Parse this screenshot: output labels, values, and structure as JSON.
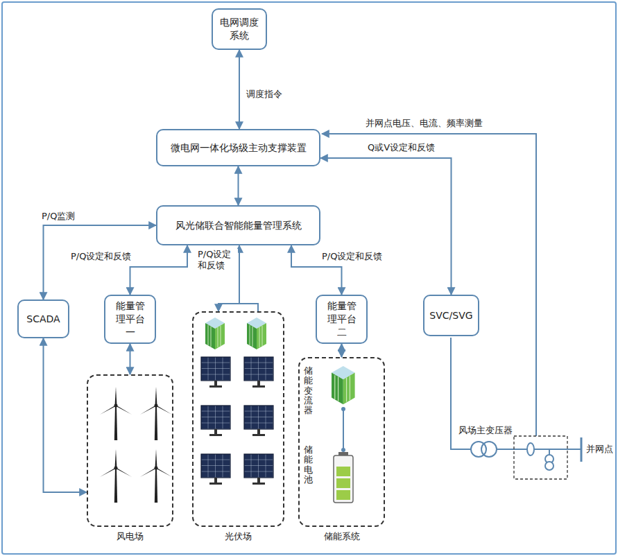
{
  "diagram": {
    "nodes": [
      {
        "text": [
          "电网调度系统"
        ]
      },
      {
        "text": [
          "微电网一体化场级主动支撑装置"
        ]
      },
      {
        "text": [
          "风光储联合智能能量管理系统"
        ]
      },
      {
        "text": [
          "SCADA"
        ]
      },
      {
        "text": [
          "能量管理平台一"
        ]
      },
      {
        "text": [
          "能量管理平台二"
        ]
      },
      {
        "text": [
          "SVC/SVG"
        ]
      },
      {
        "text": [
          "风电场"
        ]
      },
      {
        "text": [
          "光伏场"
        ]
      },
      {
        "text": [
          "储能系统"
        ]
      }
    ],
    "edges": [
      {
        "from": 0,
        "to": 1,
        "arrow": "both",
        "label": "调度指令"
      },
      {
        "from": 1,
        "to": 2,
        "arrow": "both"
      },
      {
        "from": 2,
        "to": 3,
        "arrow": "both",
        "label": "P/Q监测"
      },
      {
        "from": 2,
        "to": 4,
        "arrow": "both",
        "label": "P/Q设定和反馈"
      },
      {
        "from": 2,
        "to": 8,
        "arrow": "both",
        "label": "P/Q设定和反馈"
      },
      {
        "from": 2,
        "to": 5,
        "arrow": "both",
        "label": "P/Q设定和反馈"
      },
      {
        "from": 4,
        "to": 7,
        "arrow": "both"
      },
      {
        "from": 3,
        "to": 7,
        "arrow": "both"
      },
      {
        "from": 5,
        "to": 9,
        "arrow": "both"
      },
      {
        "from": 1,
        "to": 6,
        "arrow": "both",
        "label": "Q或V设定和反馈"
      }
    ],
    "labels": [
      "并网点电压、电流、频率测量",
      "储能变流器",
      "储能电池",
      "风场主变压器",
      "并网点"
    ]
  }
}
